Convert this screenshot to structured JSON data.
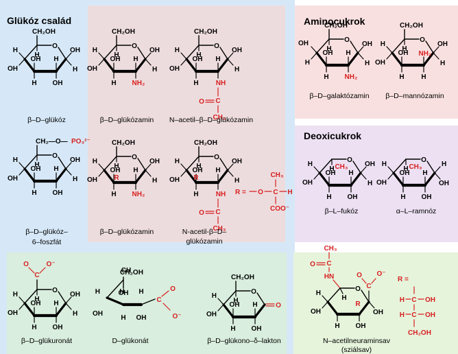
{
  "sections": {
    "glucose": "Glükóz család",
    "amino": "Aminocukrok",
    "deoxy": "Deoxicukrok"
  },
  "labels": {
    "b_d_glucose": "β–D–glükóz",
    "b_d_glucosamine_1": "β–D–glükózamin",
    "n_acetyl_glucosamine_1": "N–acetil–β–D–glükózamin",
    "b_d_galactosamine": "β–D–galaktózamin",
    "b_d_mannosamine": "β–D–mannózamin",
    "glucose6p_line1": "β–D–glükóz–",
    "glucose6p_line2": "6–foszfát",
    "b_d_glucosamine_2": "β–D–glükózamin",
    "n_acetyl_glucosamine_2_line1": "N-acetil-β–D–",
    "n_acetyl_glucosamine_2_line2": "glükózamin",
    "b_l_fucose": "β–L–fukóz",
    "a_l_rhamnose": "α–L–ramnóz",
    "glucuronate": "β–D–glükuronát",
    "gluconate": "D–glükonát",
    "gluconolactone": "β–D–glükono–δ–lakton",
    "sialic_line1": "N–acetilneuraminsav",
    "sialic_line2": "(sziálsav)"
  },
  "atoms": {
    "ch2oh": "CH₂OH",
    "oh": "OH",
    "h": "H",
    "o": "O",
    "nh2": "NH₂",
    "nh": "NH",
    "hn": "HN",
    "c": "C",
    "ch3": "CH₃",
    "r": "R",
    "r_eq": "R =",
    "coo_minus": "COO⁻",
    "o_minus": "O⁻",
    "po3": "PO₃²⁻",
    "ch2o": "CH₂—O—",
    "ch": "CH",
    "c_eq": "C"
  },
  "colors": {
    "blue_panel": "#d6e8f7",
    "pink_panel": "#eddcde",
    "salmon_panel": "#f9e0e0",
    "lavender_panel": "#ece0f2",
    "green_panel": "#d9eede",
    "lightgreen_panel": "#e6f4dc",
    "black": "#000000",
    "red": "#d81e1e"
  }
}
